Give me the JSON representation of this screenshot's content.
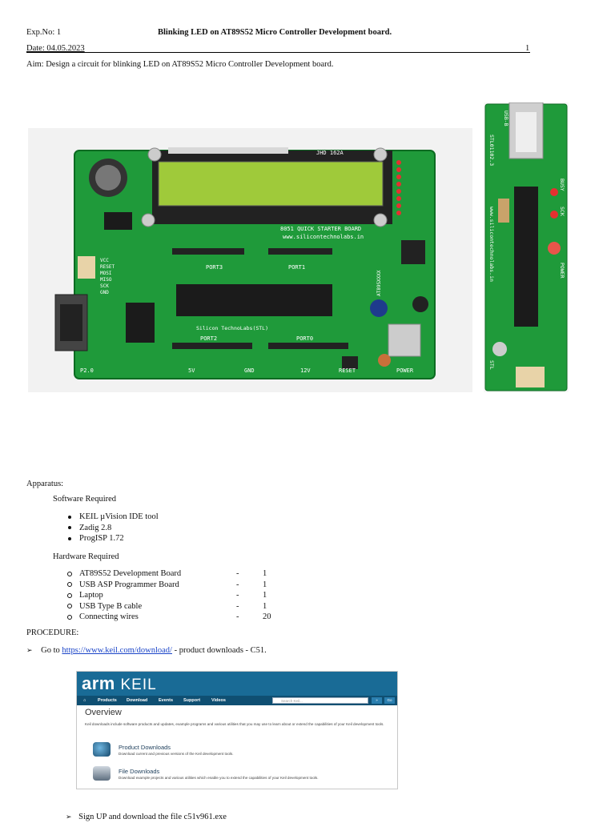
{
  "header": {
    "exp_no": "Exp.No: 1",
    "title": "Blinking LED on AT89S52 Micro Controller Development board.",
    "date": "Date: 04.05.2023",
    "page_number": "1"
  },
  "aim": "Aim: Design a circuit for blinking LED on AT89S52 Micro Controller Development board.",
  "board_image": {
    "lcd_label": "JHD 162A",
    "board_title": "8051 QUICK STARTER BOARD",
    "board_url": "www.silicontechnolabs.in",
    "port_labels": [
      "PORT2",
      "PORT3",
      "PORT1",
      "PORT0"
    ],
    "brand": "Silicon TechnoLabs(STL)",
    "bottom_labels": [
      "P2.0",
      "5V",
      "GND",
      "12V",
      "RESET",
      "POWER"
    ],
    "left_labels": [
      "VCC",
      "RESET",
      "MOSI",
      "MISO",
      "SCK",
      "GND"
    ],
    "chip_label": "AT89SXXXX",
    "programmer_labels": [
      "USB-B",
      "STL01102.3",
      "BUSY",
      "SCK",
      "POWER",
      "www.silicontechnolabs.in",
      "STL"
    ]
  },
  "apparatus": {
    "heading": "Apparatus:",
    "software_heading": "Software Required",
    "software": [
      "KEIL µVision IDE tool",
      "Zadig 2.8",
      "ProgISP 1.72"
    ],
    "hardware_heading": "Hardware Required",
    "hardware": [
      {
        "name": "AT89S52 Development Board",
        "dash": "-",
        "qty": "1"
      },
      {
        "name": "USB ASP Programmer Board",
        "dash": "-",
        "qty": "1"
      },
      {
        "name": "Laptop",
        "dash": "-",
        "qty": "1"
      },
      {
        "name": "USB Type B cable",
        "dash": "-",
        "qty": "1"
      },
      {
        "name": "Connecting wires",
        "dash": "-",
        "qty": "20"
      }
    ]
  },
  "procedure": {
    "heading": "PROCEDURE:",
    "step1_pre": "Go to ",
    "step1_link": "https://www.keil.com/download/",
    "step1_post": " - product downloads - C51.",
    "step2": "Sign UP and download the file c51v961.exe"
  },
  "keil_screenshot": {
    "logo_arm": "arm",
    "logo_keil": "KEIL",
    "nav": [
      "Products",
      "Download",
      "Events",
      "Support",
      "Videos"
    ],
    "search_placeholder": "Search Keil...",
    "search_btn": "»",
    "go_btn": "Go",
    "title": "Overview",
    "description": "Keil downloads include software products and updates, example programs and various utilities that you may use to learn about or extend the capabilities of your Keil development tools.",
    "items": [
      {
        "title": "Product Downloads",
        "desc": "Download current and previous versions of the Keil development tools."
      },
      {
        "title": "File Downloads",
        "desc": "Download example projects and various utilities which enable you to extend the capabilities of your Keil development tools."
      }
    ],
    "colors": {
      "header": "#196b96",
      "nav": "#0f4f72"
    }
  },
  "colors": {
    "pcb_green": "#1f9a3a",
    "link": "#1a44c8"
  }
}
